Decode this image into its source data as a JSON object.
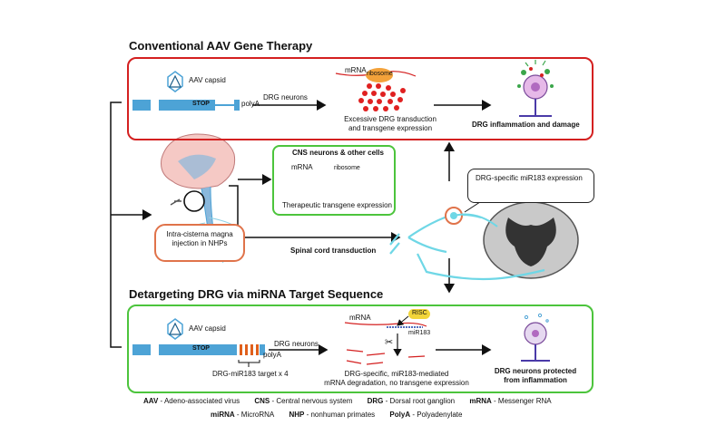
{
  "colors": {
    "red": "#d42020",
    "green": "#4cc43c",
    "blue": "#4da3d6",
    "orange": "#f3a23a",
    "gene_stop": "#4da3d6"
  },
  "top": {
    "title": "Conventional AAV Gene Therapy",
    "capsid": "AAV capsid",
    "stop": "STOP",
    "polyA": "polyA",
    "arrow_label": "DRG neurons",
    "mrna": "mRNA",
    "ribosome": "ribosome",
    "caption_line1": "Excessive DRG transduction",
    "caption_line2": "and transgene expression",
    "outcome": "DRG inflammation and damage"
  },
  "middle": {
    "cns_title": "CNS neurons & other cells",
    "mrna": "mRNA",
    "ribosome": "ribosome",
    "cns_caption": "Therapeutic transgene expression",
    "injection_line1": "Intra-cisterna magna",
    "injection_line2": "injection in NHPs",
    "spinal_label": "Spinal cord transduction",
    "drg_label": "DRG-specific miR183 expression"
  },
  "bottom": {
    "title": "Detargeting DRG via miRNA Target Sequence",
    "capsid": "AAV capsid",
    "stop": "STOP",
    "polyA": "polyA",
    "target_label": "DRG-miR183 target x 4",
    "arrow_label": "DRG neurons",
    "mrna": "mRNA",
    "risc": "RISC",
    "mir": "miR183",
    "caption_line1": "DRG-specific, miR183-mediated",
    "caption_line2": "mRNA degradation, no transgene expression",
    "outcome_line1": "DRG neurons protected",
    "outcome_line2": "from inflammation"
  },
  "legend": {
    "row1": [
      {
        "abbr": "AAV",
        "def": " - Adeno-associated virus"
      },
      {
        "abbr": "CNS",
        "def": " - Central nervous system"
      },
      {
        "abbr": "DRG",
        "def": " - Dorsal root ganglion"
      },
      {
        "abbr": "mRNA",
        "def": " - Messenger RNA"
      }
    ],
    "row2": [
      {
        "abbr": "miRNA",
        "def": " - MicroRNA"
      },
      {
        "abbr": "NHP",
        "def": " - nonhuman primates"
      },
      {
        "abbr": "PolyA",
        "def": " - Polyadenylate"
      }
    ]
  }
}
